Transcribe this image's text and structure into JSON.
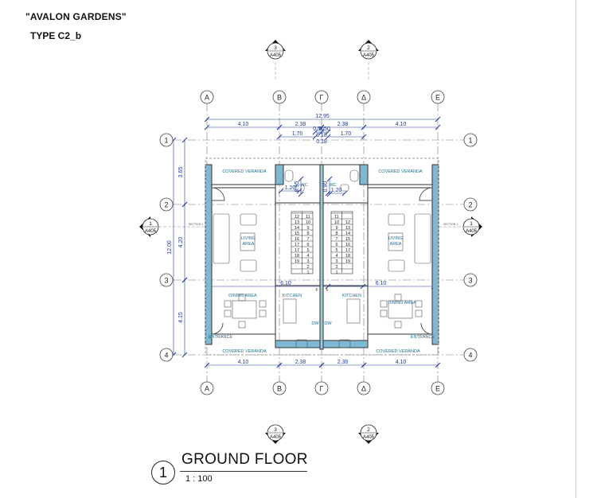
{
  "project": {
    "title": "\"AVALON GARDENS\"",
    "type": "TYPE C2_b"
  },
  "view": {
    "number": "1",
    "title": "GROUND FLOOR",
    "scale": "1 : 100"
  },
  "grid": {
    "columns": [
      "A",
      "B",
      "Γ",
      "Δ",
      "E"
    ],
    "rows": [
      "1",
      "2",
      "3",
      "4"
    ]
  },
  "dimensions": {
    "overall": "12.95",
    "top_spans": [
      "4.10",
      "2.38",
      "2.38",
      "4.10"
    ],
    "inner_top": [
      "1.70",
      "0.50",
      "0.50",
      "1.70"
    ],
    "inner_mid": [
      "0.18",
      "0.18"
    ],
    "left_spans": [
      "3.65",
      "4.20",
      "4.15"
    ],
    "left_overall": "12.00",
    "bottom_spans": [
      "4.10",
      "2.38",
      "2.38",
      "4.10"
    ],
    "wc_width": "1.20",
    "wc_width_2": "1.20",
    "wc_depth": "0.95",
    "wc_depth_2": "0.90",
    "dining_width": "6.10",
    "dining_width_2": "6.10"
  },
  "sections": {
    "top_left": {
      "num": "3",
      "sheet": "A405"
    },
    "top_right": {
      "num": "2",
      "sheet": "A405"
    },
    "bottom_left": {
      "num": "3",
      "sheet": "A405"
    },
    "bottom_right": {
      "num": "2",
      "sheet": "A405"
    },
    "left": {
      "num": "1",
      "sheet": "A405"
    },
    "right": {
      "num": "1",
      "sheet": "A405"
    },
    "tag": "SECTION 1"
  },
  "rooms": {
    "covered_veranda_top_left": "COVERED VERANDA",
    "covered_veranda_top_right": "COVERED VERANDA",
    "covered_veranda_bottom_left": "COVERED VERANDA",
    "covered_veranda_bottom_right": "COVERED VERANDA",
    "wc_left": "WC",
    "wc_right": "WC",
    "living_left": [
      "LIVING",
      "AREA"
    ],
    "living_right": [
      "LIVING",
      "AREA"
    ],
    "dining_left": "DINING AREA",
    "dining_right": "DINING AREA",
    "kitchen_left": "KITCHEN",
    "kitchen_right": "KITCHEN",
    "entrance_left": "ENTRANCE",
    "entrance_right": "ENTRANCE",
    "dw_left": "DW",
    "dw_right": "DW",
    "fridge_left": "F",
    "fridge_right": "F"
  },
  "stairs": {
    "left": [
      [
        "12",
        "11"
      ],
      [
        "13",
        "10"
      ],
      [
        "14",
        "9"
      ],
      [
        "15",
        "8"
      ],
      [
        "16",
        "7"
      ],
      [
        "17",
        "6"
      ],
      [
        "17",
        "5"
      ],
      [
        "18",
        "4"
      ],
      [
        "19",
        "3"
      ],
      [
        "",
        "2"
      ],
      [
        "",
        "1"
      ]
    ],
    "right": [
      [
        "11",
        ""
      ],
      [
        "10",
        "12"
      ],
      [
        "9",
        "13"
      ],
      [
        "8",
        "14"
      ],
      [
        "7",
        "15"
      ],
      [
        "6",
        "16"
      ],
      [
        "5",
        "17"
      ],
      [
        "4",
        "18"
      ],
      [
        "3",
        "19"
      ],
      [
        "2",
        ""
      ],
      [
        "1",
        ""
      ]
    ]
  },
  "colors": {
    "line": "#333333",
    "dim": "#1f3a9c",
    "grid": "#555555",
    "wall": "#2a7fa8",
    "label": "#1f6e8c"
  }
}
